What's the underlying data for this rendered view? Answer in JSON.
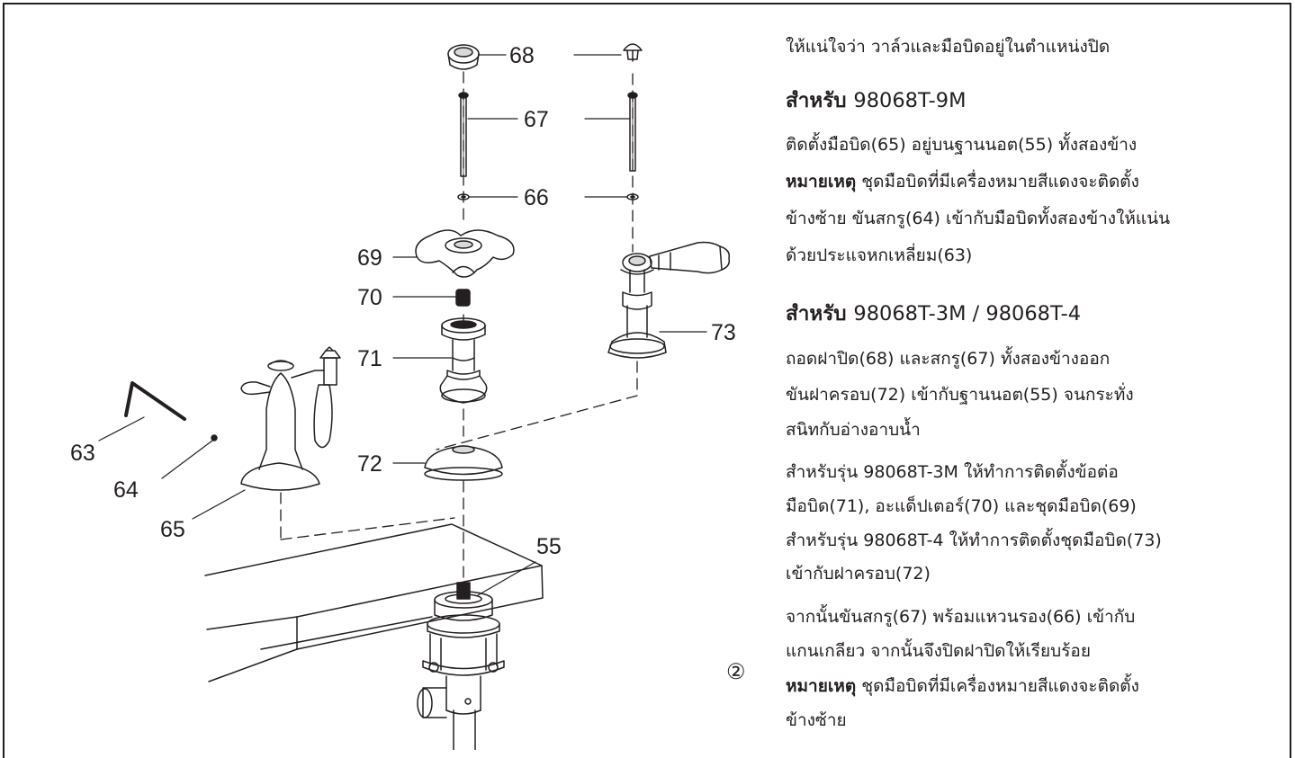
{
  "callouts": {
    "c68": "68",
    "c67": "67",
    "c66": "66",
    "c69": "69",
    "c70": "70",
    "c71": "71",
    "c72": "72",
    "c73": "73",
    "c55": "55",
    "c63": "63",
    "c64": "64",
    "c65": "65"
  },
  "intro": "ให้แน่ใจว่า วาล์วและมือบิดอยู่ในตำแหน่งปิด",
  "section1": {
    "heading_prefix": "สำหรับ",
    "heading_model": "98068T-9M",
    "line1": "ติดตั้งมือบิด(65) อยู่บนฐานนอต(55) ทั้งสองข้าง",
    "note_label": "หมายเหตุ",
    "line2": "ชุดมือบิดที่มีเครื่องหมายสีแดงจะติดตั้ง",
    "line3": "ข้างซ้าย ขันสกรู(64) เข้ากับมือบิดทั้งสองข้างให้แน่น",
    "line4": "ด้วยประแจหกเหลี่ยม(63)"
  },
  "section2": {
    "heading_prefix": "สำหรับ",
    "heading_model": "98068T-3M / 98068T-4",
    "p1_line1": "ถอดฝาปิด(68) และสกรู(67) ทั้งสองข้างออก",
    "p1_line2": "ขันฝาครอบ(72) เข้ากับฐานนอต(55) จนกระทั่ง",
    "p1_line3": "สนิทกับอ่างอาบน้ำ",
    "p2_line1": "สำหรับรุ่น 98068T-3M ให้ทำการติดตั้งข้อต่อ",
    "p2_line2": "มือบิด(71), อะแด็ปเตอร์(70) และชุดมือบิด(69)",
    "p2_line3": "สำหรับรุ่น 98068T-4 ให้ทำการติดตั้งชุดมือบิด(73)",
    "p2_line4": "เข้ากับฝาครอบ(72)",
    "p3_line1": "จากนั้นขันสกรู(67) พร้อมแหวนรอง(66) เข้ากับ",
    "p3_line2": "แกนเกลียว จากนั้นจึงปิดฝาปิดให้เรียบร้อย",
    "note_label": "หมายเหตุ",
    "p4_line1": "ชุดมือบิดที่มีเครื่องหมายสีแดงจะติดตั้ง",
    "p4_line2": "ข้างซ้าย"
  },
  "step_number": "②",
  "colors": {
    "ink": "#231f20",
    "paper": "#ffffff",
    "shade": "#d9d9d9"
  }
}
